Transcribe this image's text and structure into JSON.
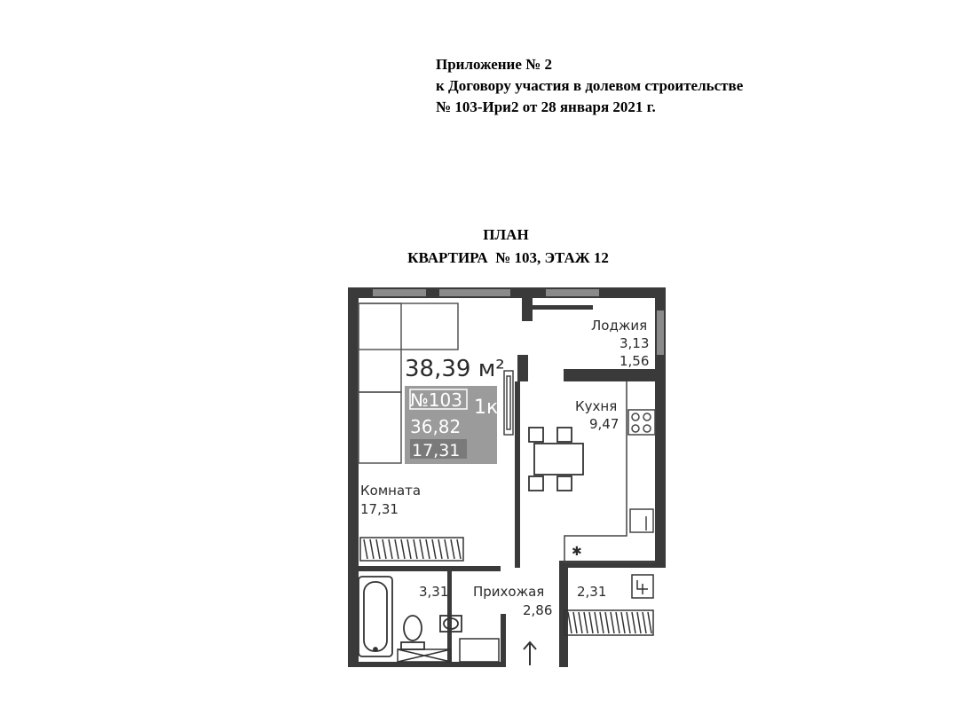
{
  "appendix": {
    "line1": "Приложение № 2",
    "line2": "к Договору участия в долевом строительстве",
    "line3": "№ 103-Ири2 от 28 января 2021 г."
  },
  "plan_title": {
    "line1": "ПЛАН",
    "line2": "КВАРТИРА  № 103, ЭТАЖ 12"
  },
  "floorplan": {
    "total_area": "38,39 м²",
    "apartment_number": "№103",
    "rooms_badge": "1к",
    "living_total": "36,82",
    "living_room_area_badge": "17,31",
    "rooms": [
      {
        "name": "Лоджия",
        "area": "3,13",
        "area2": "1,56"
      },
      {
        "name": "Кухня",
        "area": "9,47"
      },
      {
        "name": "Комната",
        "area": "17,31"
      },
      {
        "name": "Прихожая",
        "area": "2,86"
      }
    ],
    "bathroom_area": "3,31",
    "closet_area": "2,31"
  },
  "colors": {
    "wall": "#3a3a3a",
    "badge_bg": "#9b9b9b",
    "text": "#2b2b2b"
  }
}
